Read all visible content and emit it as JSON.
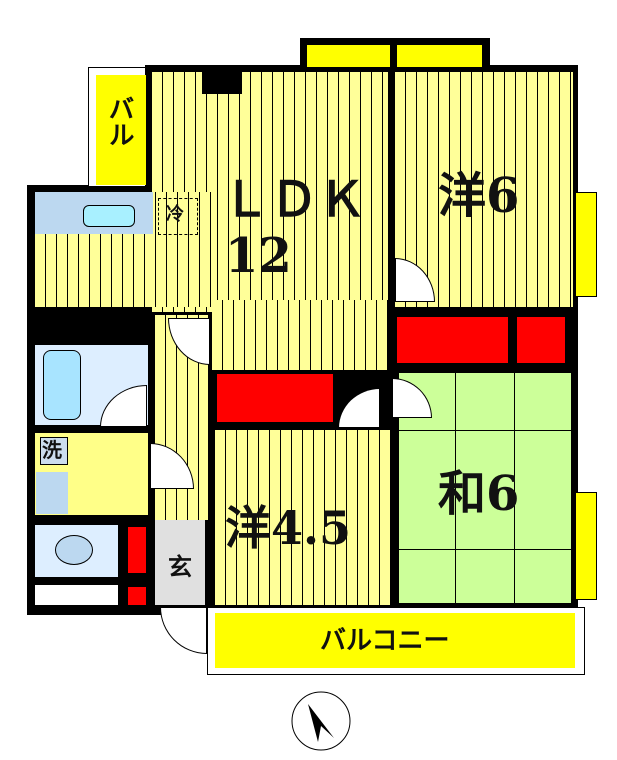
{
  "rooms": {
    "ldk": {
      "name": "ＬＤＫ",
      "size": "12"
    },
    "western_6": {
      "label": "洋6"
    },
    "western_45": {
      "label": "洋4.5"
    },
    "japanese_6": {
      "label": "和6"
    },
    "balcony_small": {
      "label": "バル"
    },
    "balcony": {
      "label": "バルコニー"
    },
    "entrance": {
      "label": "玄"
    },
    "fridge": {
      "label": "冷"
    },
    "washer": {
      "label": "洗"
    }
  },
  "colors": {
    "floor": "#ffff99",
    "closet": "#ff0000",
    "tatami": "#ccff99",
    "balcony": "#ffff00",
    "wet": "#ddeeff"
  },
  "compass": {
    "icon": "north-arrow-icon"
  }
}
